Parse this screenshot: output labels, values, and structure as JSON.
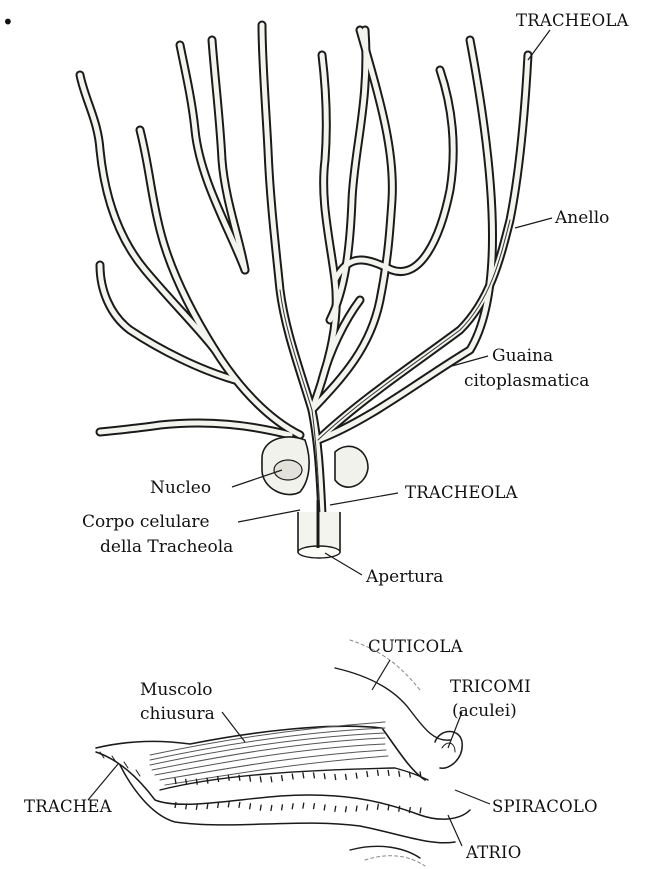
{
  "figure": {
    "bullet": "•",
    "top": {
      "labels": {
        "tracheola_top": "TRACHEOLA",
        "anello": "Anello",
        "guaina_1": "Guaina",
        "guaina_2": "citoplasmatica",
        "nucleo": "Nucleo",
        "tracheola_mid": "TRACHEOLA",
        "corpo_1": "Corpo celulare",
        "corpo_2": "della Tracheola",
        "apertura": "Apertura"
      }
    },
    "bottom": {
      "labels": {
        "cuticola": "CUTICOLA",
        "muscolo_1": "Muscolo",
        "muscolo_2": "chiusura",
        "tricomi_1": "TRICOMI",
        "tricomi_2": "(aculei)",
        "trachea": "TRACHEA",
        "spiracolo": "SPIRACOLO",
        "atrio": "ATRIO"
      }
    }
  }
}
